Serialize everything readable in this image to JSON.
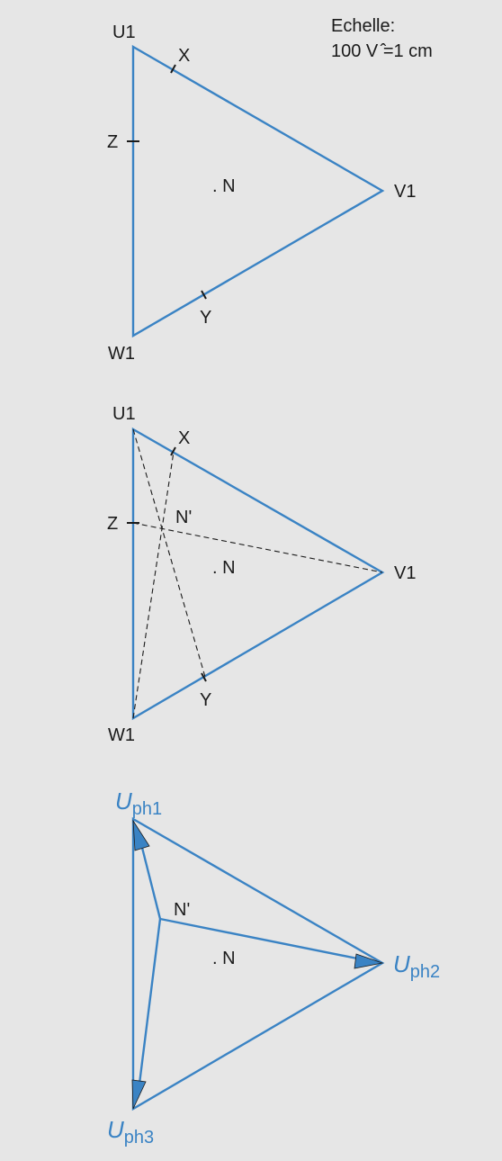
{
  "scale": {
    "line1": "Echelle:",
    "line2": "100 V ̂=1 cm"
  },
  "diagram1": {
    "u": "U1",
    "v": "V1",
    "w": "W1",
    "x": "X",
    "y": "Y",
    "z": "Z",
    "n": ". N"
  },
  "diagram2": {
    "u": "U1",
    "v": "V1",
    "w": "W1",
    "x": "X",
    "y": "Y",
    "z": "Z",
    "n": ". N",
    "n_prime": "N'"
  },
  "diagram3": {
    "uph1": {
      "main": "U",
      "sub": "ph1"
    },
    "uph2": {
      "main": "U",
      "sub": "ph2"
    },
    "uph3": {
      "main": "U",
      "sub": "ph3"
    },
    "n": ". N",
    "n_prime": "N'"
  },
  "colors": {
    "edge": "#3a83c4",
    "background": "#e6e6e6",
    "text": "#1a1a1a"
  }
}
